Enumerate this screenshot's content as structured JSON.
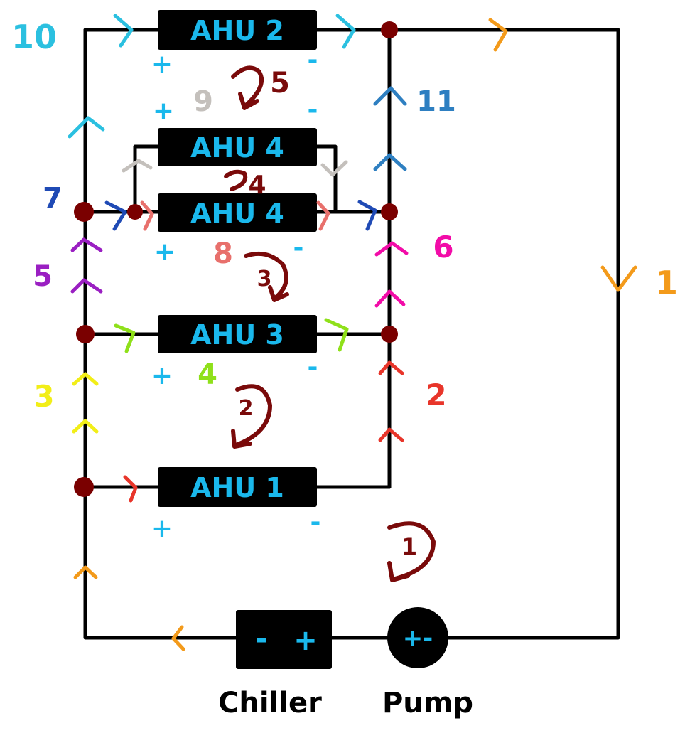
{
  "units": {
    "ahu2": "AHU 2",
    "ahu4_top": "AHU 4",
    "ahu4_bottom": "AHU 4",
    "ahu3": "AHU 3",
    "ahu1": "AHU 1"
  },
  "source": {
    "chiller_label": "Chiller",
    "chiller_minus": "-",
    "chiller_plus": "+",
    "pump_label": "Pump",
    "pump_symbol": "+-"
  },
  "branches": {
    "b1": "1",
    "b2": "2",
    "b3": "3",
    "b4": "4",
    "b5": "5",
    "b6": "6",
    "b7": "7",
    "b8": "8",
    "b9": "9",
    "b10": "10",
    "b11": "11"
  },
  "loops": {
    "l1": "1",
    "l2": "2",
    "l3": "3",
    "l4": "4",
    "l5": "5"
  },
  "signs": {
    "plus": "+",
    "minus": "-"
  },
  "colors": {
    "wire": "#000000",
    "ahu_text": "#1ab8ec",
    "node": "#7a0000",
    "loop": "#7a0a0a",
    "branch1": "#f39a1a",
    "branch2": "#e8352a",
    "branch3": "#f2ee18",
    "branch4": "#8fe01a",
    "branch5": "#9a1fc2",
    "branch6": "#f20ca8",
    "branch7": "#1f4ab5",
    "branch8": "#e8706c",
    "branch9": "#c4c0bc",
    "branch10": "#2bc0e0",
    "branch11": "#2e7fc1"
  }
}
